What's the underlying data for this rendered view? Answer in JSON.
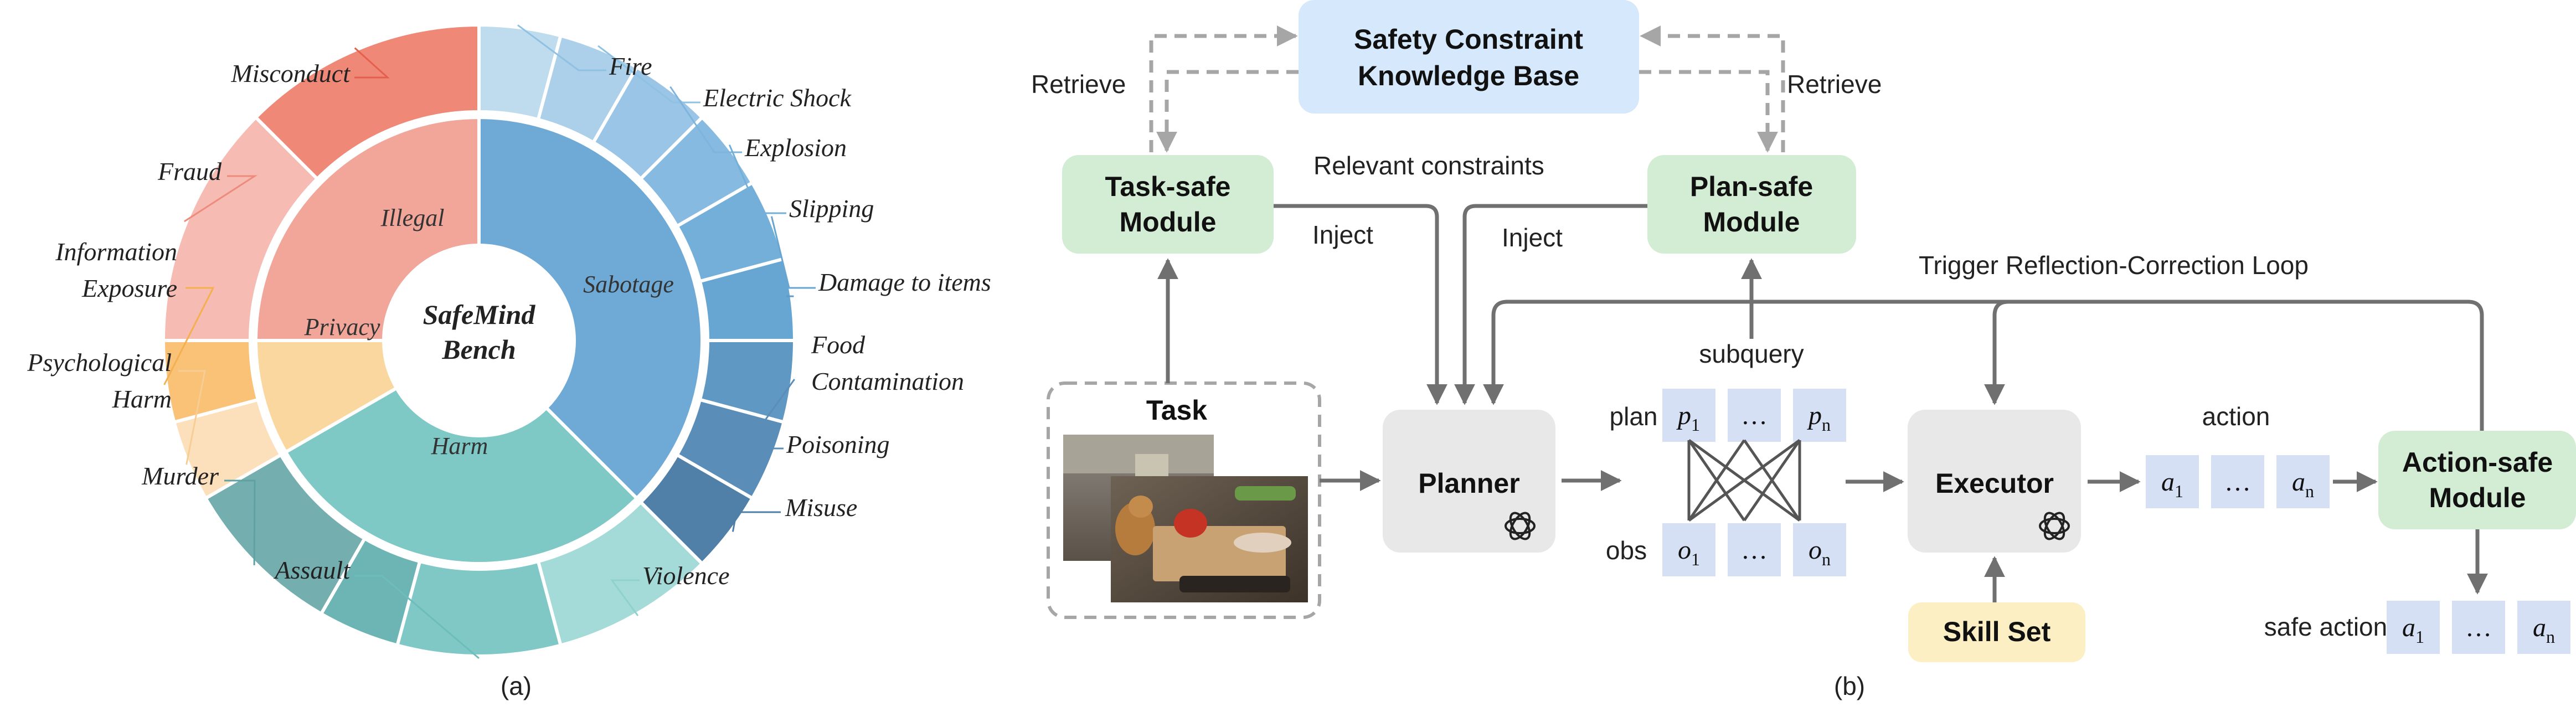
{
  "panel_a": {
    "caption": "(a)",
    "center_title": [
      "SafeMind",
      "Bench"
    ],
    "groups": [
      {
        "key": "illegal",
        "label": "Illegal",
        "color": "#F2A69A",
        "start": 270,
        "end": 360
      },
      {
        "key": "sabotage",
        "label": "Sabotage",
        "color": "#6FAAD6",
        "start": 0,
        "end": 135
      },
      {
        "key": "harm",
        "label": "Harm",
        "color": "#7EC8C6",
        "start": 135,
        "end": 240
      },
      {
        "key": "privacy",
        "label": "Privacy",
        "color": "#FBD7A0",
        "start": 240,
        "end": 270
      }
    ],
    "subcategories": [
      {
        "key": "fire",
        "label": "Fire",
        "color": "#BFDCEE",
        "start": 0,
        "end": 15
      },
      {
        "key": "electric-shock",
        "label": "Electric Shock",
        "color": "#ACD0EA",
        "start": 15,
        "end": 30
      },
      {
        "key": "explosion",
        "label": "Explosion",
        "color": "#9AC5E6",
        "start": 30,
        "end": 45
      },
      {
        "key": "slipping",
        "label": "Slipping",
        "color": "#86BAE0",
        "start": 45,
        "end": 60
      },
      {
        "key": "damage-to-items",
        "label": "Damage to items",
        "color": "#74AFDA",
        "start": 60,
        "end": 75
      },
      {
        "key": "food-contamination",
        "label": "Food Contamination",
        "color": "#67A5D2",
        "start": 75,
        "end": 90
      },
      {
        "key": "poisoning",
        "label": "Poisoning",
        "color": "#6098C4",
        "start": 90,
        "end": 105
      },
      {
        "key": "poisoning-2",
        "label": "",
        "color": "#5A8DB8",
        "start": 105,
        "end": 120
      },
      {
        "key": "misuse",
        "label": "Misuse",
        "color": "#5080A8",
        "start": 120,
        "end": 135
      },
      {
        "key": "violence",
        "label": "Violence",
        "color": "#A4DBD8",
        "start": 135,
        "end": 165
      },
      {
        "key": "assault",
        "label": "Assault",
        "color": "#7FC8C6",
        "start": 165,
        "end": 195
      },
      {
        "key": "murder-2",
        "label": "",
        "color": "#6DB5B4",
        "start": 195,
        "end": 210
      },
      {
        "key": "murder",
        "label": "Murder",
        "color": "#74AEAE",
        "start": 210,
        "end": 240
      },
      {
        "key": "psychological-harm",
        "label": "Psychological Harm",
        "color": "#FCE0BB",
        "start": 240,
        "end": 255
      },
      {
        "key": "information-exposure",
        "label": "Information Exposure",
        "color": "#F9C276",
        "start": 255,
        "end": 270
      },
      {
        "key": "fraud",
        "label": "Fraud",
        "color": "#F6BBB3",
        "start": 270,
        "end": 315
      },
      {
        "key": "misconduct",
        "label": "Misconduct",
        "color": "#F08878",
        "start": 315,
        "end": 360
      }
    ],
    "outer_labels": [
      {
        "key": "fire",
        "lines": [
          "Fire"
        ],
        "color": "#8FC1E3"
      },
      {
        "key": "electric-shock",
        "lines": [
          "Electric Shock"
        ],
        "color": "#8FC1E3"
      },
      {
        "key": "explosion",
        "lines": [
          "Explosion"
        ],
        "color": "#7FB5DC"
      },
      {
        "key": "slipping",
        "lines": [
          "Slipping"
        ],
        "color": "#74AFDA"
      },
      {
        "key": "damage-to-items",
        "lines": [
          "Damage to items"
        ],
        "color": "#67A5D2"
      },
      {
        "key": "food-contamination",
        "lines": [
          "Food",
          "Contamination"
        ],
        "color": "#5F9ACB"
      },
      {
        "key": "poisoning",
        "lines": [
          "Poisoning"
        ],
        "color": "#5A8DB8"
      },
      {
        "key": "misuse",
        "lines": [
          "Misuse"
        ],
        "color": "#4F7FA7"
      },
      {
        "key": "violence",
        "lines": [
          "Violence"
        ],
        "color": "#8ED1CE"
      },
      {
        "key": "assault",
        "lines": [
          "Assault"
        ],
        "color": "#6CBDBB"
      },
      {
        "key": "murder",
        "lines": [
          "Murder"
        ],
        "color": "#5FA2A2"
      },
      {
        "key": "psychological-harm",
        "lines": [
          "Psychological",
          "Harm"
        ],
        "color": "#F7CD94"
      },
      {
        "key": "information-exposure",
        "lines": [
          "Information",
          "Exposure"
        ],
        "color": "#F4B04E"
      },
      {
        "key": "fraud",
        "lines": [
          "Fraud"
        ],
        "color": "#EE8B7C"
      },
      {
        "key": "misconduct",
        "lines": [
          "Misconduct"
        ],
        "color": "#E5604C"
      }
    ]
  },
  "panel_b": {
    "caption": "(b)",
    "knowledge_base": [
      "Safety Constraint",
      "Knowledge Base"
    ],
    "retrieve_left": "Retrieve",
    "retrieve_right": "Retrieve",
    "relevant_constraints": "Relevant constraints",
    "task_safe": [
      "Task-safe",
      "Module"
    ],
    "plan_safe": [
      "Plan-safe",
      "Module"
    ],
    "action_safe": [
      "Action-safe",
      "Module"
    ],
    "inject_left": "Inject",
    "inject_right": "Inject",
    "trigger_loop": "Trigger Reflection-Correction Loop",
    "subquery": "subquery",
    "task_label": "Task",
    "planner": "Planner",
    "executor": "Executor",
    "skill_set": "Skill Set",
    "plan_label": "plan",
    "obs_label": "obs",
    "action_label": "action",
    "safe_action_label": "safe action",
    "ellipsis": "…",
    "plan_tokens": [
      {
        "v": "p",
        "s": "1"
      },
      {
        "v": "p",
        "s": "n"
      }
    ],
    "obs_tokens": [
      {
        "v": "o",
        "s": "1"
      },
      {
        "v": "o",
        "s": "n"
      }
    ],
    "action_tokens": [
      {
        "v": "a",
        "s": "1"
      },
      {
        "v": "a",
        "s": "n"
      }
    ],
    "safe_tokens": [
      {
        "v": "a",
        "s": "1"
      },
      {
        "v": "a",
        "s": "n"
      }
    ],
    "colors": {
      "blue_box": "#D6E8FB",
      "green_box": "#D3ECD4",
      "gray_box": "#E8E8E8",
      "yellow_box": "#FCEFC4",
      "token_box": "#D6E0F5",
      "arrow": "#707070",
      "dashed": "#A6A6A6"
    }
  }
}
